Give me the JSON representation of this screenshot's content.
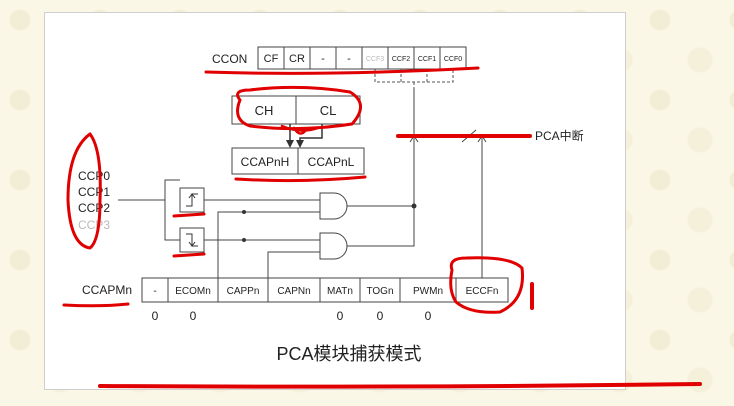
{
  "diagram": {
    "title": "PCA模块捕获模式",
    "ccon": {
      "label": "CCON",
      "bits": [
        "CF",
        "CR",
        "-",
        "-",
        "CCF3",
        "CCF2",
        "CCF1",
        "CCF0"
      ]
    },
    "counter": {
      "high": "CH",
      "low": "CL"
    },
    "capture": {
      "high": "CCAPnH",
      "low": "CCAPnL"
    },
    "interrupt_label": "PCA中断",
    "inputs": [
      "CCP0",
      "CCP1",
      "CCP2",
      "CCP3"
    ],
    "ccapmn": {
      "label": "CCAPMn",
      "bits": [
        "-",
        "ECOMn",
        "CAPPn",
        "CAPNn",
        "MATn",
        "TOGn",
        "PWMn",
        "ECCFn"
      ],
      "values": [
        "0",
        "0",
        "",
        "",
        "0",
        "0",
        "0",
        ""
      ]
    }
  },
  "colors": {
    "annotation": "#e00000",
    "line": "#4a4a4a",
    "faded_text": "#bbbbbb"
  }
}
